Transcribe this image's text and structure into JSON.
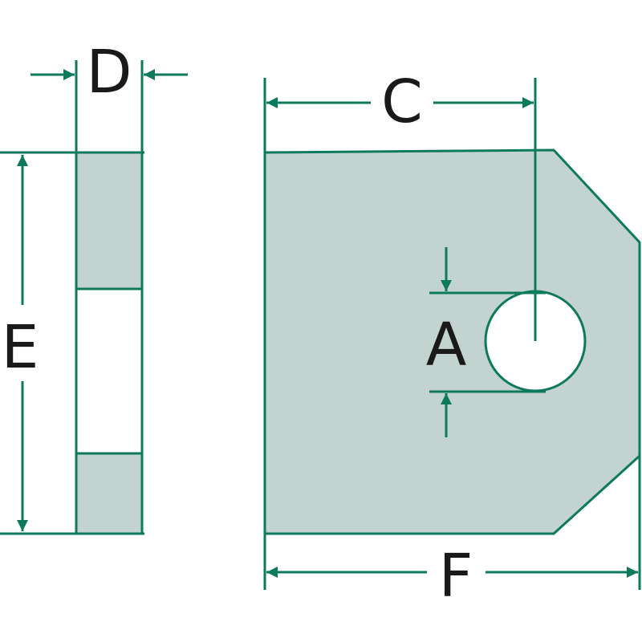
{
  "colors": {
    "line": "#0e7a5c",
    "fill": "#c3d3cf",
    "hole": "#ffffff",
    "text": "#1a1a1a"
  },
  "labels": {
    "d": "D",
    "c": "C",
    "e": "E",
    "a": "A",
    "f": "F"
  }
}
